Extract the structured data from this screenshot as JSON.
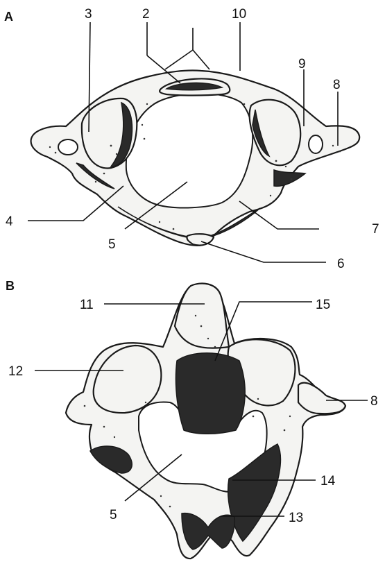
{
  "panels": {
    "a": "A",
    "b": "B"
  },
  "labels_a": {
    "l2": "2",
    "l3": "3",
    "l4": "4",
    "l5": "5",
    "l6": "6",
    "l7": "7",
    "l8": "8",
    "l9": "9",
    "l10": "10"
  },
  "labels_b": {
    "l5": "5",
    "l8": "8",
    "l11": "11",
    "l12": "12",
    "l13": "13",
    "l14": "14",
    "l15": "15"
  }
}
